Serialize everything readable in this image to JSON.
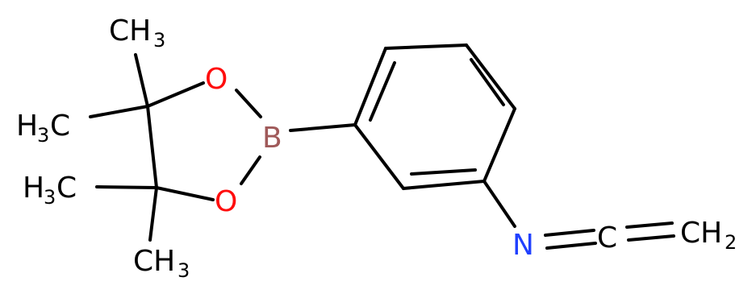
{
  "molecule": {
    "atoms": {
      "o_top": {
        "symbol": "O",
        "color": "#ff0d0d"
      },
      "o_bottom": {
        "symbol": "O",
        "color": "#ff0d0d"
      },
      "boron": {
        "symbol": "B",
        "color": "#a05a5a"
      },
      "nitrogen": {
        "symbol": "N",
        "color": "#2040ff"
      },
      "carbon": {
        "symbol": "C",
        "color": "#000000"
      }
    },
    "groups": {
      "ch3_top": {
        "main": "CH",
        "sub": "3"
      },
      "h3c_upper": {
        "main_h": "H",
        "sub": "3",
        "main_c": "C"
      },
      "h3c_lower": {
        "main_h": "H",
        "sub": "3",
        "main_c": "C"
      },
      "ch3_bottom": {
        "main": "CH",
        "sub": "3"
      },
      "ch2_terminal": {
        "main": "CH",
        "sub": "2"
      }
    }
  }
}
